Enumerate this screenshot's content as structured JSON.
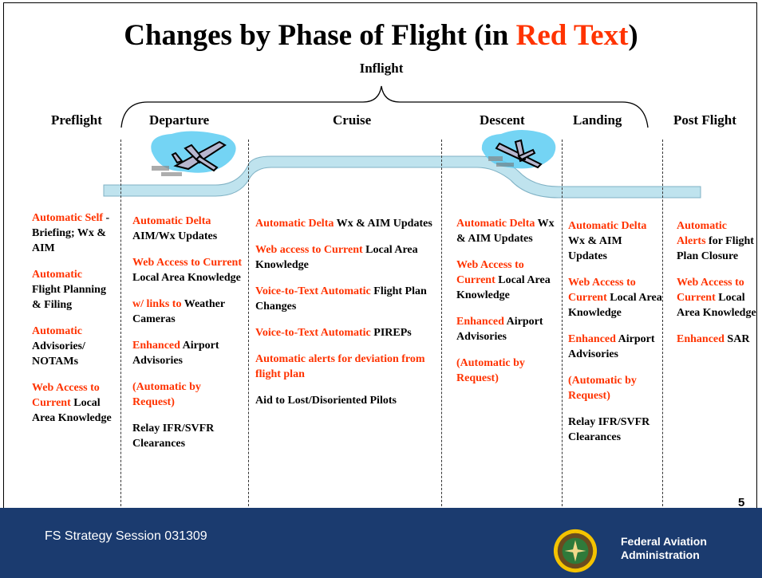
{
  "title": {
    "main": "Changes by Phase of Flight (in ",
    "highlight": "Red Text",
    "close": ")"
  },
  "inflight_label": "Inflight",
  "phases": {
    "preflight": "Preflight",
    "departure": "Departure",
    "cruise": "Cruise",
    "descent": "Descent",
    "landing": "Landing",
    "postflight": "Post Flight"
  },
  "columns": {
    "preflight": [
      {
        "red": "Automatic Self",
        "black": " - Briefing; Wx & AIM"
      },
      {
        "red": "Automatic",
        "black": " Flight Planning & Filing"
      },
      {
        "red": "Automatic",
        "black": " Advisories/ NOTAMs"
      },
      {
        "red": "Web Access to Current",
        "black": " Local Area Knowledge"
      }
    ],
    "departure": [
      {
        "red": "Automatic Delta",
        "black": " AIM/Wx Updates"
      },
      {
        "red": "Web Access to Current",
        "black": " Local Area Knowledge"
      },
      {
        "red": "w/ links to",
        "black": " Weather Cameras"
      },
      {
        "red": "Enhanced",
        "black": " Airport Advisories"
      },
      {
        "red": "(Automatic by Request)",
        "black": ""
      },
      {
        "red": "",
        "black": "Relay IFR/SVFR Clearances"
      }
    ],
    "cruise": [
      {
        "red": "Automatic Delta",
        "black": " Wx & AIM Updates"
      },
      {
        "red": "Web access to Current",
        "black": " Local Area Knowledge"
      },
      {
        "red": "Voice-to-Text Automatic",
        "black": " Flight Plan Changes"
      },
      {
        "red": "Voice-to-Text Automatic",
        "black": " PIREPs"
      },
      {
        "red": "Automatic alerts for deviation from flight plan",
        "black": ""
      },
      {
        "red": "",
        "black": "Aid to Lost/Disoriented Pilots"
      }
    ],
    "descent": [
      {
        "red": "Automatic Delta",
        "black": " Wx & AIM Updates"
      },
      {
        "red": "Web Access to Current",
        "black": " Local Area Knowledge"
      },
      {
        "red": "Enhanced",
        "black": " Airport Advisories"
      },
      {
        "red": "(Automatic by Request)",
        "black": ""
      }
    ],
    "landing": [
      {
        "red": "Automatic Delta",
        "black": " Wx & AIM Updates"
      },
      {
        "red": "Web Access to Current",
        "black": " Local Area Knowledge"
      },
      {
        "red": "Enhanced",
        "black": " Airport Advisories"
      },
      {
        "red": "(Automatic by Request)",
        "black": ""
      },
      {
        "red": "",
        "black": "Relay IFR/SVFR Clearances"
      }
    ],
    "postflight": [
      {
        "red": "Automatic Alerts",
        "black": " for Flight Plan Closure"
      },
      {
        "red": "Web Access to Current",
        "black": " Local Area Knowledge"
      },
      {
        "red": "Enhanced",
        "black": " SAR"
      }
    ]
  },
  "page_number": "5",
  "footer": {
    "session": "FS Strategy Session 031309",
    "org_line1": "Federal Aviation",
    "org_line2": "Administration"
  },
  "colors": {
    "accent": "#ff3300",
    "footer": "#1b3b6f",
    "path": "#bfe3ee"
  },
  "icons": {
    "plane": "airplane-icon",
    "seal": "faa-seal-icon"
  }
}
